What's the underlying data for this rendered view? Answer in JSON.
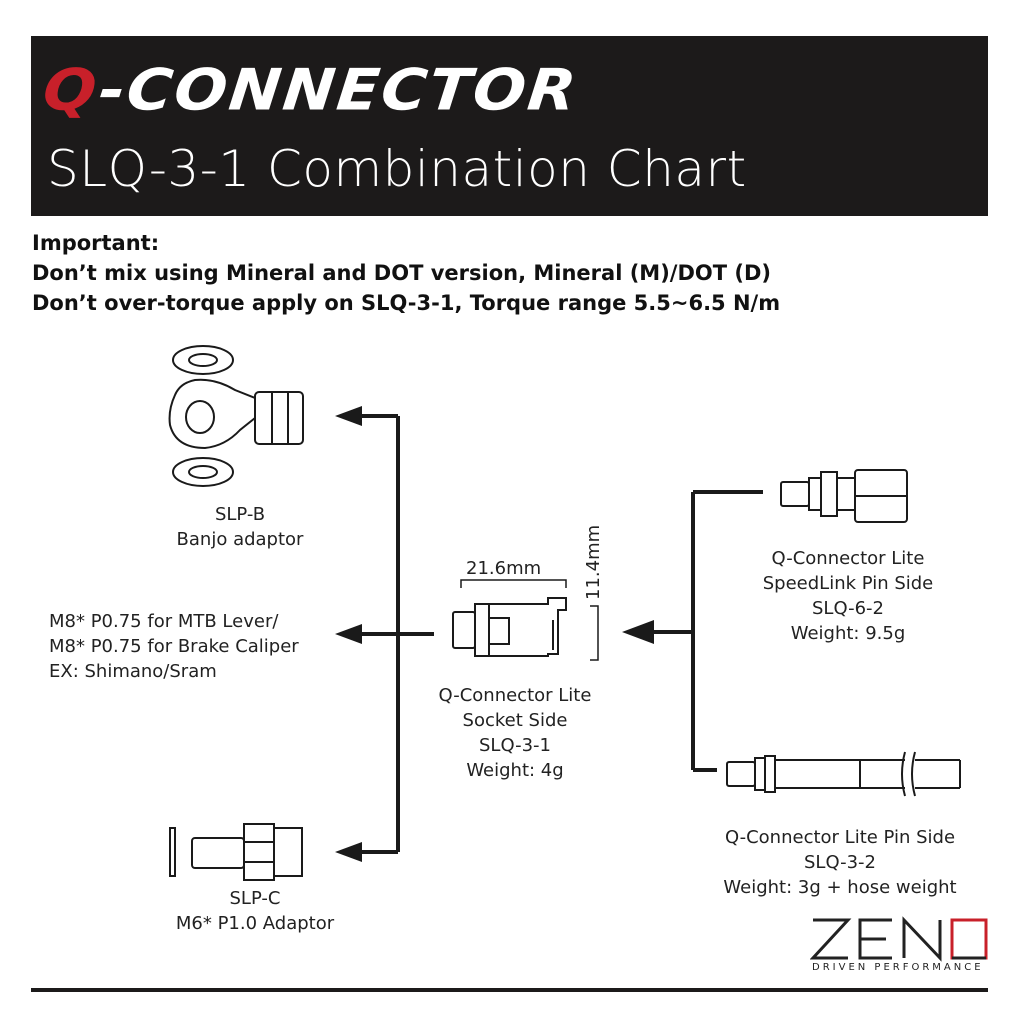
{
  "header": {
    "logo_prefix": "Q",
    "logo_rest": "-CONNECTOR",
    "title": "SLQ-3-1 Combination Chart"
  },
  "notes": {
    "line1": "Important:",
    "line2": "Don’t mix using Mineral and DOT version, Mineral (M)/DOT (D)",
    "line3": "Don’t over-torque apply on SLQ-3-1, Torque range 5.5~6.5 N/m"
  },
  "parts": {
    "banjo": {
      "name": "SLP-B",
      "desc": "Banjo adaptor",
      "icon": "banjo-adaptor-icon"
    },
    "thread": {
      "line1": "M8* P0.75 for MTB Lever/",
      "line2": "M8* P0.75 for Brake Caliper",
      "line3": "EX: Shimano/Sram"
    },
    "slpc": {
      "name": "SLP-C",
      "desc": "M6* P1.0 Adaptor",
      "icon": "m6-adaptor-icon"
    },
    "socket": {
      "line1": "Q-Connector Lite",
      "line2": "Socket Side",
      "line3": "SLQ-3-1",
      "line4": "Weight: 4g",
      "width_label": "21.6mm",
      "height_label": "11.4mm",
      "icon": "socket-side-icon"
    },
    "speedlink": {
      "line1": "Q-Connector Lite",
      "line2": "SpeedLink Pin Side",
      "line3": "SLQ-6-2",
      "line4": "Weight: 9.5g",
      "icon": "speedlink-pin-icon"
    },
    "pin": {
      "line1": "Q-Connector Lite Pin Side",
      "line2": "SLQ-3-2",
      "line3": "Weight: 3g + hose weight",
      "icon": "pin-side-hose-icon"
    }
  },
  "brand": {
    "word": "ZENO",
    "tagline": "DRIVEN PERFORMANCE",
    "accent": "#c8202a"
  },
  "colors": {
    "header_bg": "#1c1a1a",
    "accent": "#c8202a",
    "line": "#1a1a1a"
  }
}
